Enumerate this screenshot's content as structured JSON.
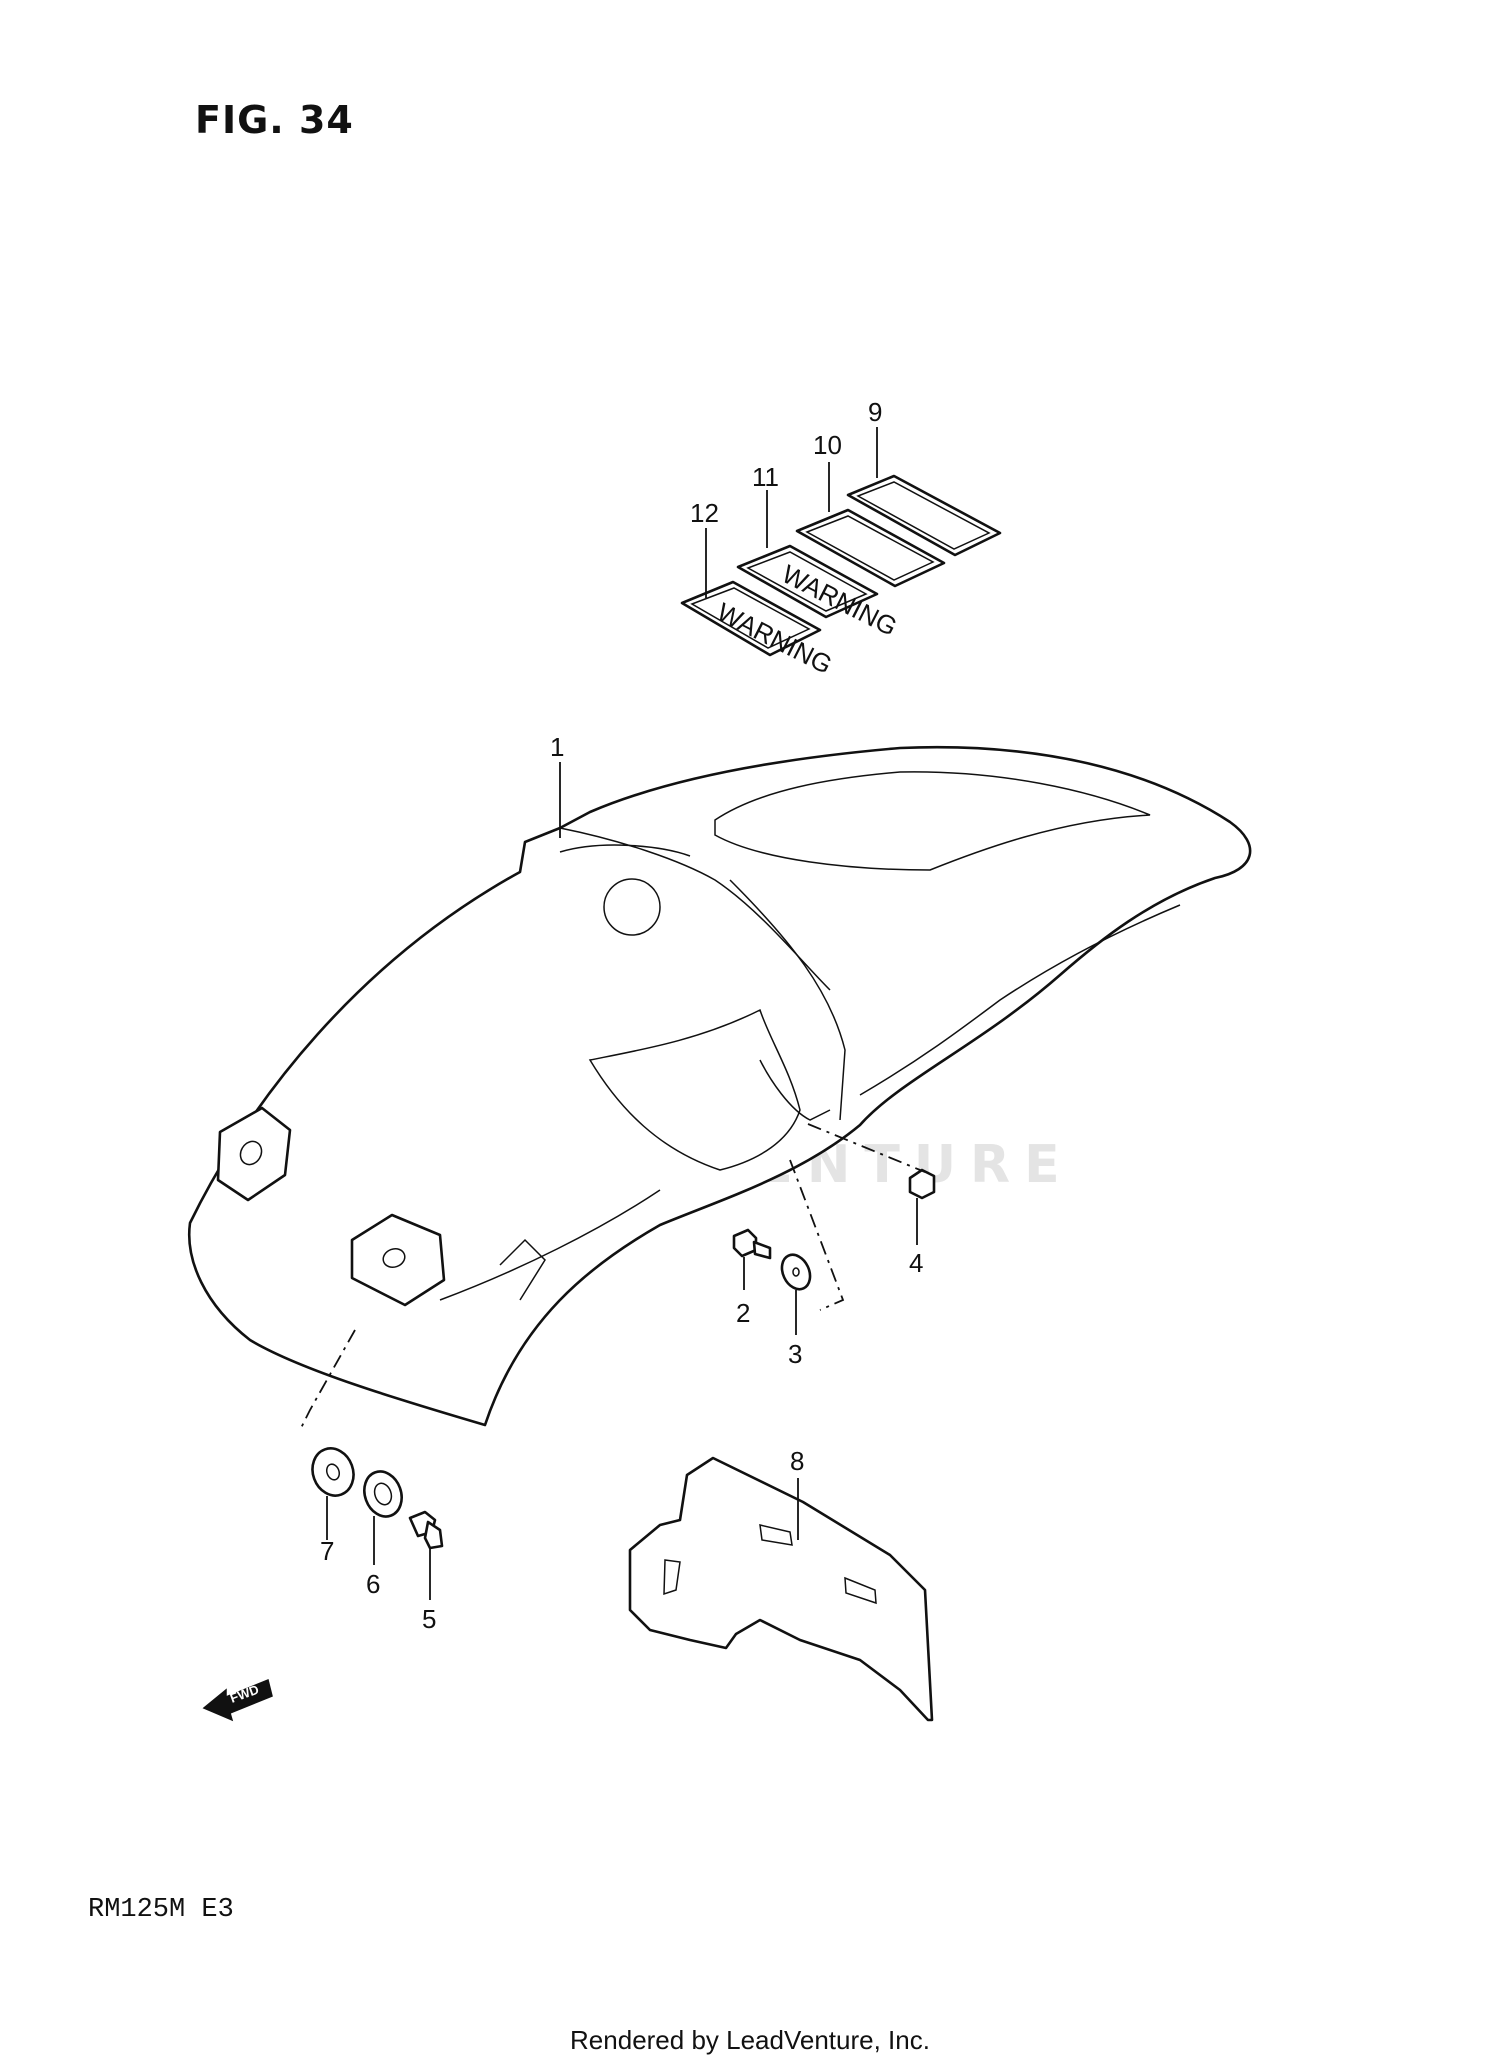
{
  "figure": {
    "title": "FIG. 34",
    "model": "RM125M  E3",
    "footer": "Rendered by LeadVenture, Inc.",
    "watermark": "LEADVENTURE"
  },
  "callouts": [
    "1",
    "2",
    "3",
    "4",
    "5",
    "6",
    "7",
    "8",
    "9",
    "10",
    "11",
    "12"
  ],
  "fwd_label": "FWD",
  "decal_text": "WARNING"
}
